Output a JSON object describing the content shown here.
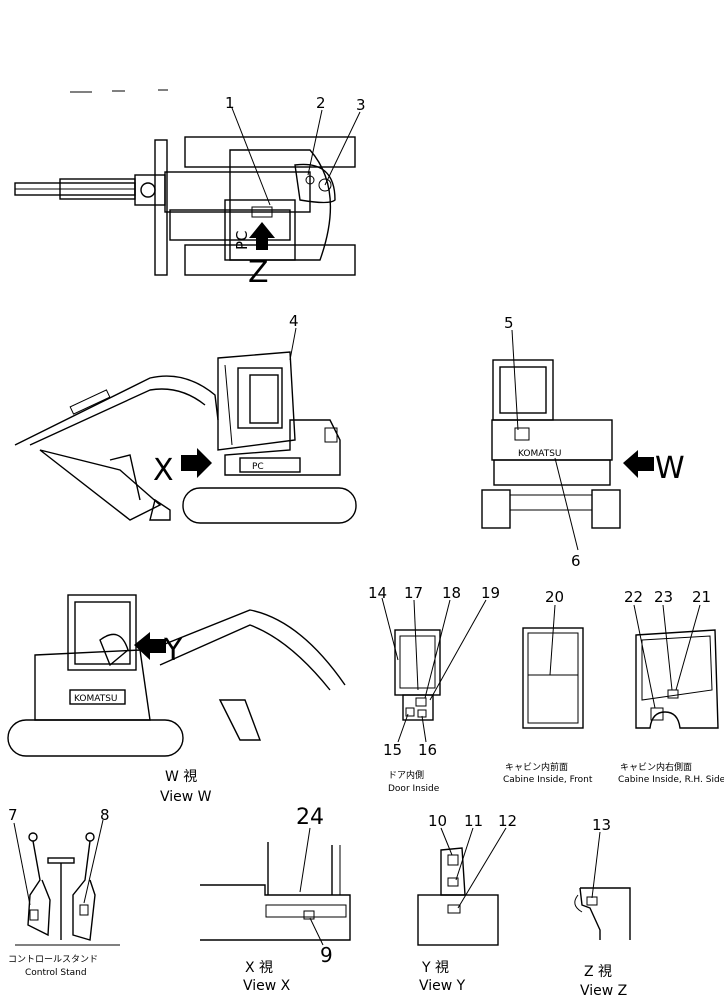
{
  "labels": {
    "n1": "1",
    "n2": "2",
    "n3": "3",
    "n4": "4",
    "n5": "5",
    "n6": "6",
    "n7": "7",
    "n8": "8",
    "n9": "9",
    "n10": "10",
    "n11": "11",
    "n12": "12",
    "n13": "13",
    "n14": "14",
    "n15": "15",
    "n16": "16",
    "n17": "17",
    "n18": "18",
    "n19": "19",
    "n20": "20",
    "n21": "21",
    "n22": "22",
    "n23": "23",
    "n24": "24"
  },
  "arrows": {
    "x": "X",
    "y": "Y",
    "w": "W",
    "z": "Z"
  },
  "views": {
    "w_jp": "W 視",
    "w_en": "View W",
    "x_jp": "X 視",
    "x_en": "View X",
    "y_jp": "Y 視",
    "y_en": "View Y",
    "z_jp": "Z 視",
    "z_en": "View Z"
  },
  "captions": {
    "door_jp": "ドア内側",
    "door_en": "Door Inside",
    "front_jp": "キャビン内前面",
    "front_en": "Cabine Inside, Front",
    "rh_jp": "キャビン内右側面",
    "rh_en": "Cabine Inside, R.H. Side",
    "control_jp": "コントロールスタンド",
    "control_en": "Control  Stand"
  },
  "brand": {
    "body_text": "KOMATSU",
    "top_text": "PC"
  }
}
